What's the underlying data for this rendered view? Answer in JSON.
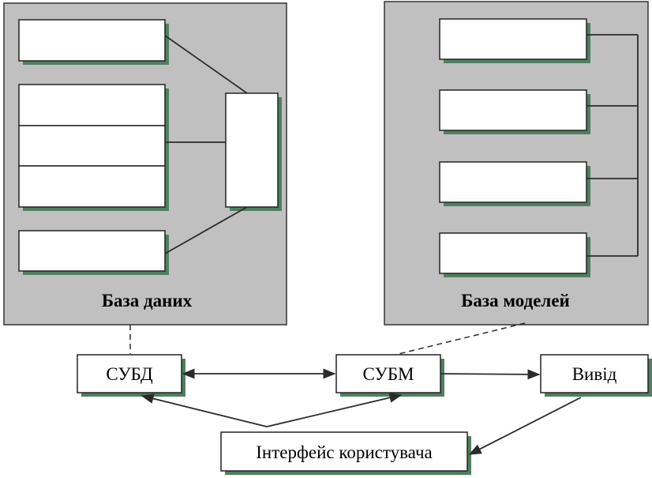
{
  "panels": {
    "database": {
      "title": "База даних"
    },
    "model_base": {
      "title": "База моделей"
    }
  },
  "nodes": {
    "dbms": "СУБД",
    "mbms": "СУБМ",
    "output": "Вивід",
    "ui": "Інтерфейс користувача"
  },
  "colors": {
    "panel_fill": "#c0c0c0",
    "shadow": "#4f7f60",
    "box_fill": "#ffffff",
    "line": "#2b2b2b"
  }
}
